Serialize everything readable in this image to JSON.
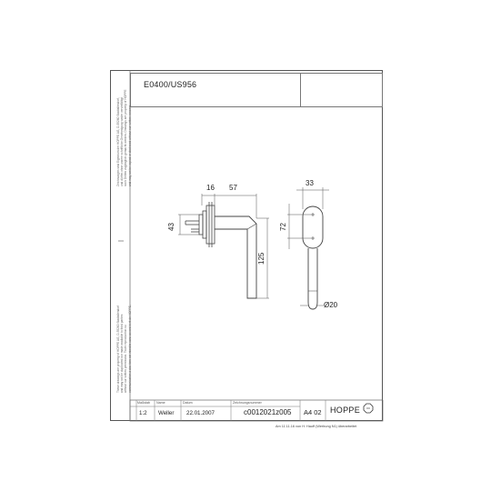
{
  "drawing": {
    "title": "E0400/US956",
    "dimensions": {
      "d16": "16",
      "d57": "57",
      "d43": "43",
      "d125": "125",
      "d33": "33",
      "d72": "72",
      "d20": "Ø20"
    }
  },
  "side_notes": {
    "upper": [
      "Zeichnungen sind Eigentum der HOPPE AG, D-35260 Stadtallendorf,",
      "und dürfen ohne unsere schriftliche Genehmigung weder vervielfältigt",
      "noch Dritten zugänglich gemacht werden. Drawings are property of HOPPE",
      "and may not be copied or disclosed without our written consent."
    ],
    "lower": [
      "These drawings are property of HOPPE AG, D-35260 Stadtallendorf",
      "and may not be duplicated nor made available to third parties",
      "without our written permission. Toute reproduction ou",
      "communication à des tiers est interdite sans accord écrit de HOPPE."
    ]
  },
  "title_block": {
    "headers": {
      "scale": "Maßstab",
      "name": "Name",
      "date": "Datum",
      "drawing_no": "Zeichnungsnummer"
    },
    "values": {
      "scale": "1:2",
      "name": "Weller",
      "date": "22.01.2007",
      "drawing_no": "c0012021z005",
      "format": "A4 02",
      "brand": "HOPPE"
    }
  },
  "footer": "Am 11.11.16 von H. Hauff (Werbung N1) überarbeitet"
}
